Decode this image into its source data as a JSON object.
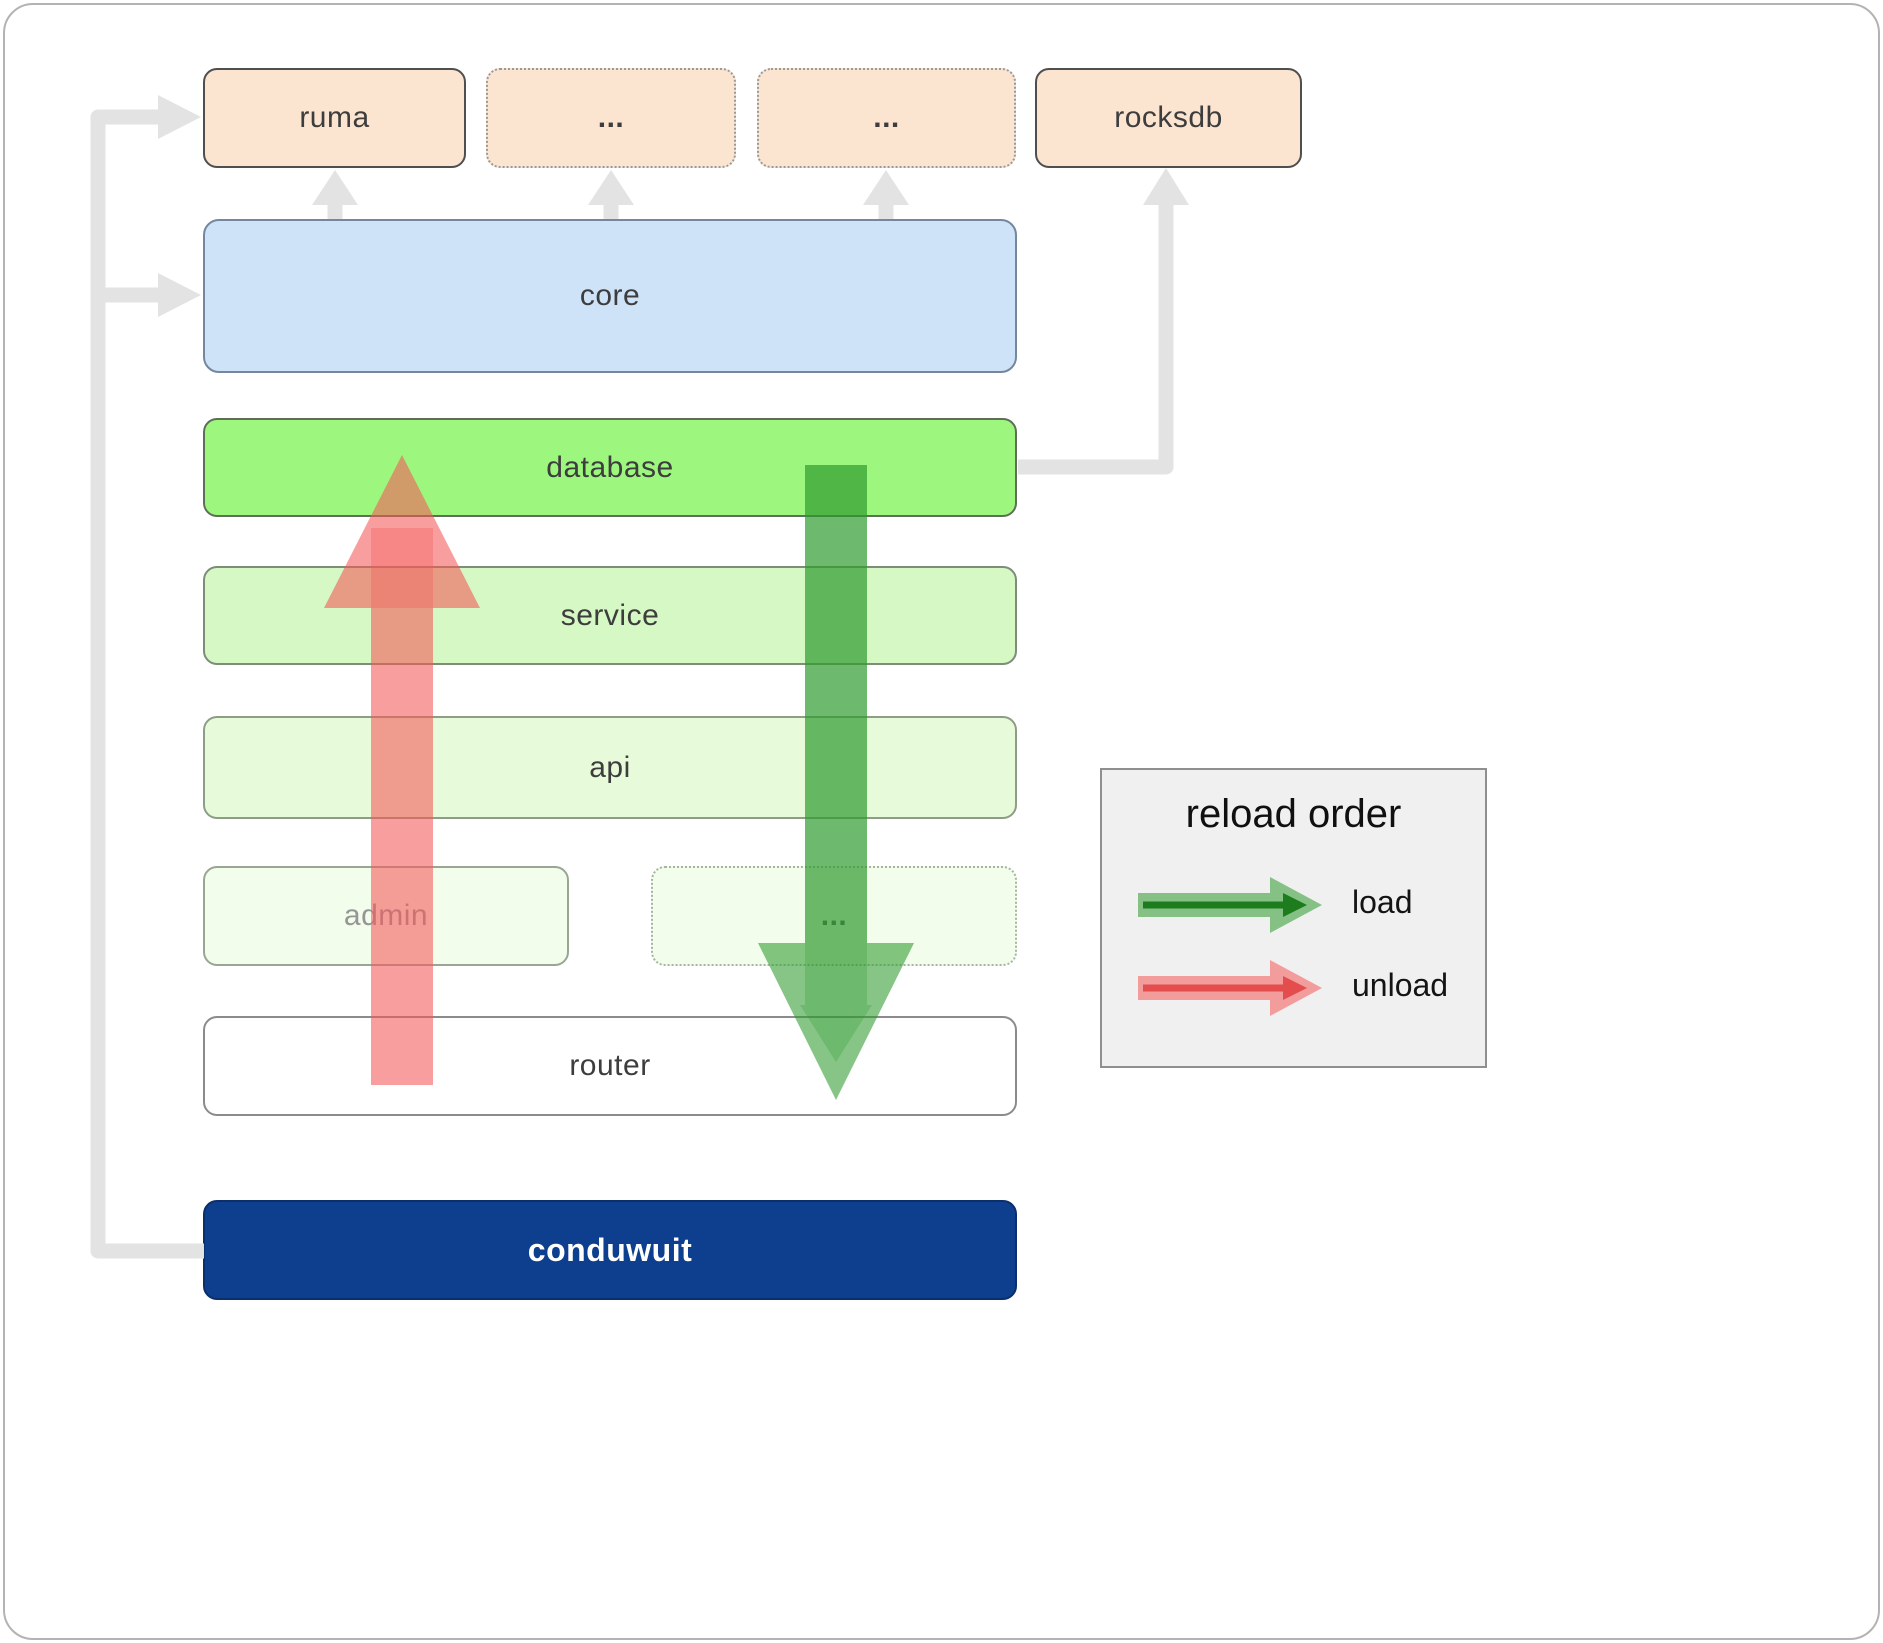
{
  "nodes": {
    "ruma": "ruma",
    "ellipsis_top_1": "...",
    "ellipsis_top_2": "...",
    "rocksdb": "rocksdb",
    "core": "core",
    "database": "database",
    "service": "service",
    "api": "api",
    "admin": "admin",
    "ellipsis_mid": "...",
    "router": "router",
    "conduwuit": "conduwuit"
  },
  "legend": {
    "title": "reload order",
    "load": "load",
    "unload": "unload"
  },
  "colors": {
    "peach_fill": "#fbe4d0",
    "core_fill": "#cfe3f8",
    "database_fill": "#9df77e",
    "service_fill": "#d5f8c4",
    "api_fill": "#e7fbdb",
    "faint_green_fill": "#f2fdec",
    "router_fill": "#ffffff",
    "conduwuit_fill": "#0d3f8e",
    "load_arrow": "#2e9b2e",
    "unload_arrow": "#f45858",
    "connector_gray": "#e3e3e3"
  }
}
